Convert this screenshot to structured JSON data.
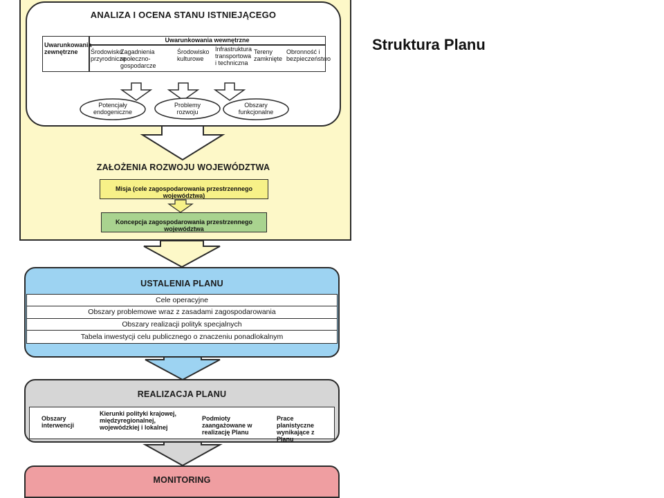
{
  "slide": {
    "title": "Struktura Planu"
  },
  "analiza": {
    "title": "ANALIZA I OCENA STANU ISTNIEJĄCEGO",
    "external": "Uwarunkowania zewnętrzne",
    "internal_header": "Uwarunkowania wewnętrzne",
    "internal_cols": [
      "Środowisko przyrodnicze",
      "Zagadnienia społeczno-gospodarcze",
      "Środowisko kulturowe",
      "Infrastruktura transportowa i techniczna",
      "Tereny zamknięte",
      "Obronność i bezpieczeństwo"
    ],
    "ovals": [
      "Potencjały endogeniczne",
      "Problemy rozwoju",
      "Obszary funkcjonalne"
    ]
  },
  "zalozenia": {
    "title": "ZAŁOŻENIA ROZWOJU WOJEWÓDZTWA",
    "misja": "Misja (cele zagospodarowania przestrzennego województwa)",
    "koncepcja": "Koncepcja zagospodarowania przestrzennego województwa"
  },
  "ustalenia": {
    "title": "USTALENIA PLANU",
    "rows": [
      "Cele operacyjne",
      "Obszary problemowe wraz z zasadami zagospodarowania",
      "Obszary realizacji polityk specjalnych",
      "Tabela inwestycji celu publicznego o znaczeniu ponadlokalnym"
    ]
  },
  "realizacja": {
    "title": "REALIZACJA PLANU",
    "cols": [
      "Obszary interwencji",
      "Kierunki polityki krajowej, międzyregionalnej, wojewódzkiej i lokalnej",
      "Podmioty zaangażowane w realizację Planu",
      "Prace planistyczne wynikające z Planu"
    ]
  },
  "monitoring": {
    "title": "MONITORING"
  },
  "colors": {
    "yellow_panel": "#fdf8c8",
    "blue": "#9dd3f2",
    "gray": "#d6d6d6",
    "pink": "#ef9ea1",
    "misja": "#f7f188",
    "koncepcja": "#a9d38f"
  }
}
